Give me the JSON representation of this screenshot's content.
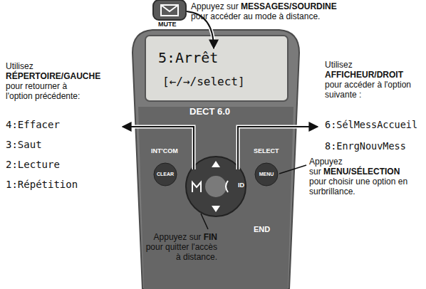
{
  "diagram": {
    "labels": [
      "Appuyez sur",
      "MESSAGES/SOURDINE",
      "pour accéder au mode à distance.",
      "MUTE",
      "5:Arrêt",
      "[←/→/select]",
      "Utilisez",
      "RÉPERTOIRE/GAUCHE",
      "pour retourner à l'option précédente:",
      "4:Effacer",
      "3:Saut",
      "2:Lecture",
      "1:Répétition",
      "Utilisez",
      "AFFICHEUR/DROIT",
      "pour accéder à l'option suivante :",
      "6:SélMessAccueil",
      "8:EnrgNouvMess",
      "Appuyez sur",
      "MENU/SÉLECTION",
      "pour choisir une option en surbrillance.",
      "Appuyez sur",
      "FIN",
      "pour quitter l'accès à distance.",
      "DECT 6.0",
      "INT'COM",
      "SELECT",
      "CLEAR",
      "MENU",
      "END",
      "ID"
    ]
  }
}
